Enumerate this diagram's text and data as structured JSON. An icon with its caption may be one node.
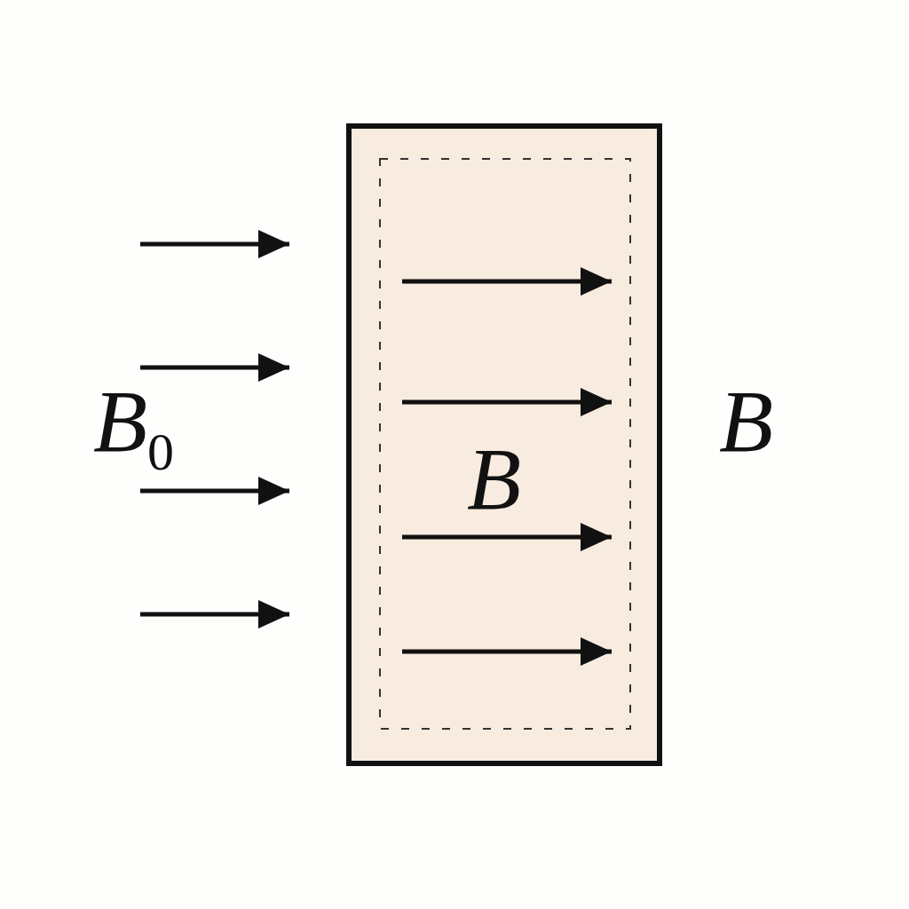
{
  "diagram": {
    "nodes": [
      {
        "text": [
          "B"
        ]
      }
    ],
    "edges": [],
    "labels": [
      "B$_{0}$",
      "B"
    ]
  }
}
